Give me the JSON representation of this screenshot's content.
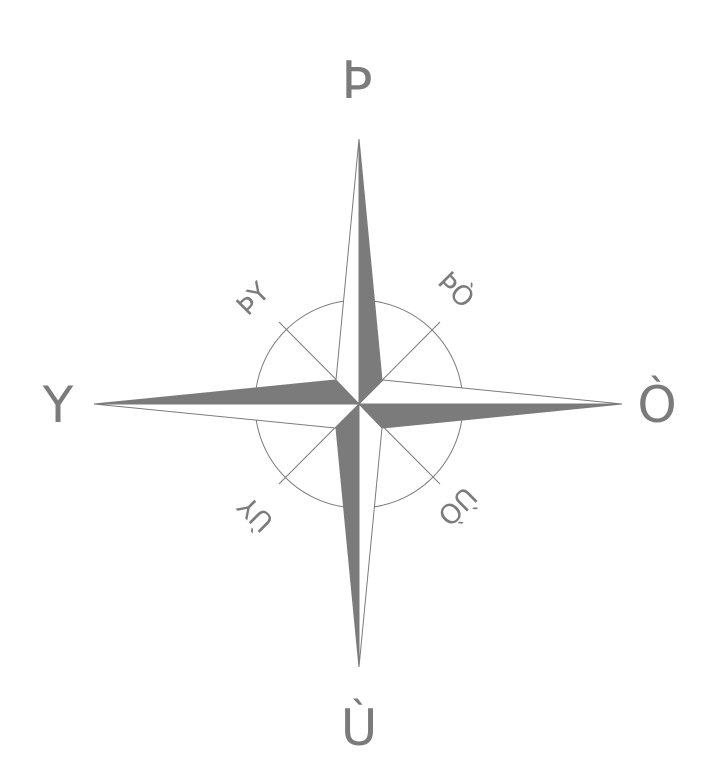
{
  "compass": {
    "cardinals": {
      "north": "Þ",
      "east": "Ò",
      "south": "Ù",
      "west": "Y"
    },
    "intercardinals": {
      "northeast": "ÞÒ",
      "southeast": "ÙÒ",
      "southwest": "ÙY",
      "northwest": "ÞY"
    },
    "colors": {
      "fill": "#7b7b7b",
      "stroke": "#7b7b7b",
      "label": "#7b7b7b",
      "background": "#ffffff"
    }
  }
}
